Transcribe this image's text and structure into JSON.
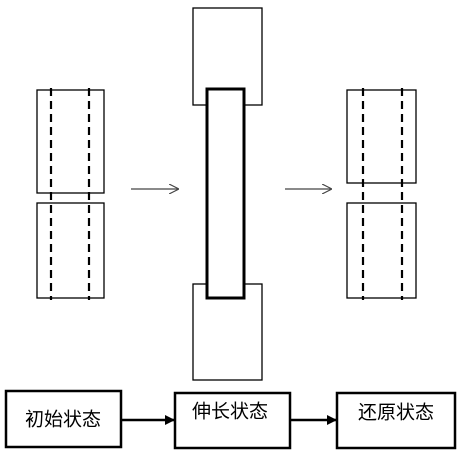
{
  "labels": {
    "initial_state": "初始状态",
    "stretched_state": "伸长状态",
    "restored_state": "还原状态"
  },
  "colors": {
    "stroke": "#000000",
    "background": "#ffffff",
    "arrow": "#444444"
  }
}
